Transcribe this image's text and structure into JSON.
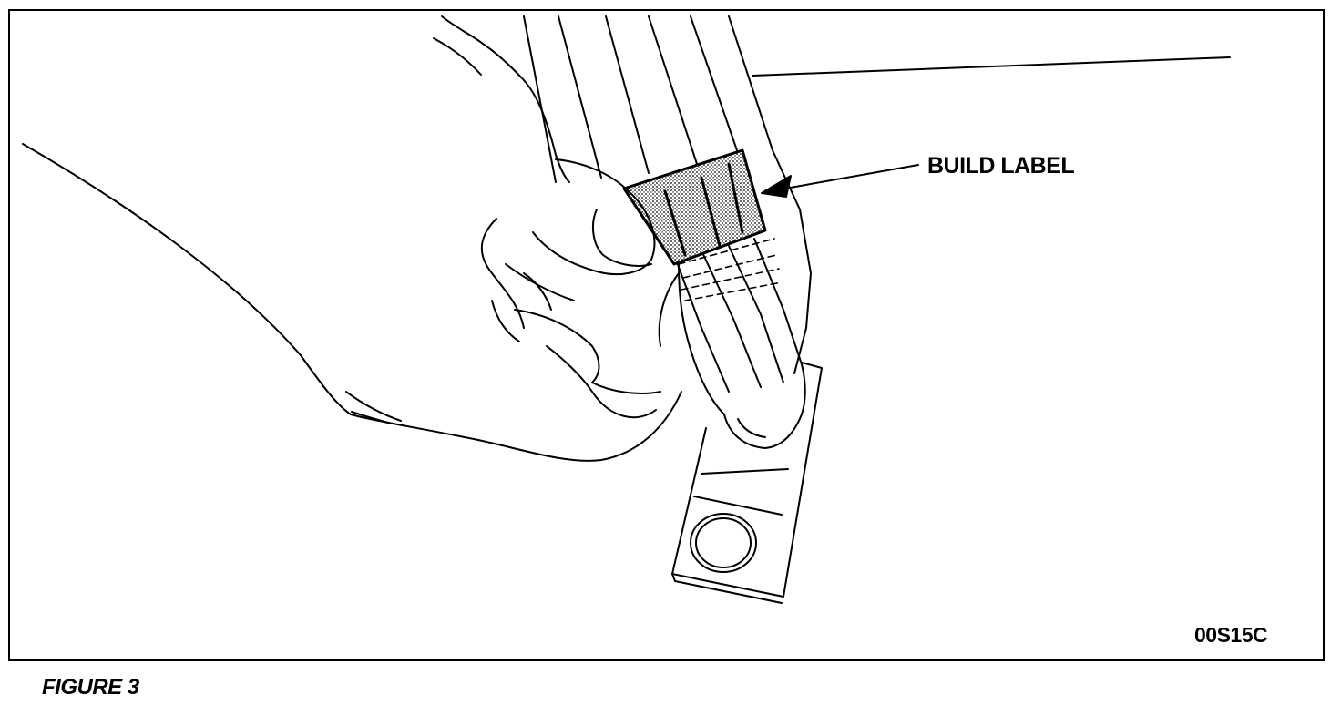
{
  "figure": {
    "callout_label": "BUILD LABEL",
    "reference_code": "00S15C",
    "caption": "FIGURE 3"
  }
}
